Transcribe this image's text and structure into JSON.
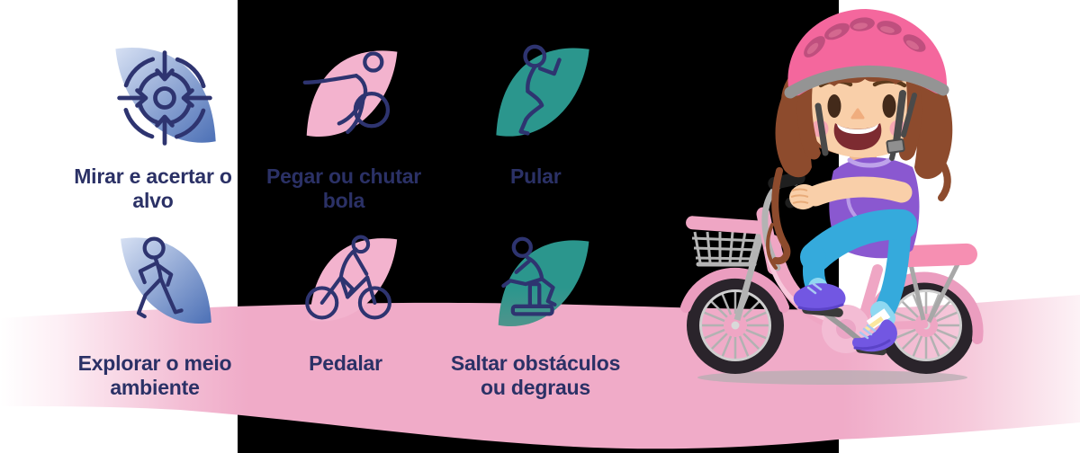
{
  "features": [
    {
      "label": "Mirar e acertar o alvo",
      "icon": "target-icon",
      "leaf_color": "blue"
    },
    {
      "label": "Pegar ou chutar bola",
      "icon": "catch-kick-ball-icon",
      "leaf_color": "pink"
    },
    {
      "label": "Pular",
      "icon": "jumping-person-icon",
      "leaf_color": "teal"
    },
    {
      "label": "Explorar o meio ambiente",
      "icon": "walking-person-icon",
      "leaf_color": "blue"
    },
    {
      "label": "Pedalar",
      "icon": "cycling-icon",
      "leaf_color": "pink"
    },
    {
      "label": "Saltar obstáculos ou degraus",
      "icon": "hurdle-jump-icon",
      "leaf_color": "teal"
    }
  ],
  "illustration": {
    "name": "girl-riding-bicycle"
  },
  "colors": {
    "text_navy": "#2b3166",
    "icon_stroke_navy": "#2e3470",
    "leaf_pink": "#f3b3ce",
    "leaf_teal": "#2b968d",
    "leaf_blue_light": "#d6e0f3",
    "leaf_blue_dark": "#4c70b6",
    "wave_pink": "#f0abc8",
    "helmet_pink": "#f4679d",
    "shirt_purple": "#8a58d0",
    "pants_blue": "#35aadc",
    "bike_pink": "#efa6c4"
  }
}
